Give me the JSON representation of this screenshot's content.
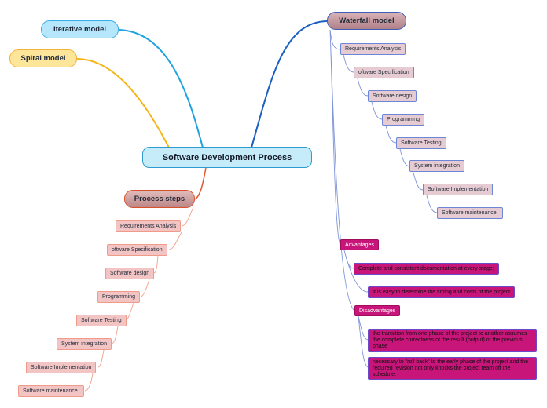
{
  "root": {
    "label": "Software Development Process"
  },
  "branches": {
    "iterative": "Iterative model",
    "spiral": "Spiral model",
    "waterfall": "Waterfall model",
    "process_steps": "Process steps"
  },
  "waterfall_steps": [
    "Requirements Analysis",
    "oftware Specification",
    "Software design",
    "Programming",
    "Software Testing",
    "System integration",
    "Software Implementation",
    "Software maintenance."
  ],
  "process_steps": [
    "Requirements Analysis",
    "oftware Specification",
    "Software design",
    "Programming",
    "Software Testing",
    "System integration",
    "Software Implementation",
    "Software maintenance."
  ],
  "advantages": {
    "label": "Advantages",
    "items": [
      "Complete and consistent documentation at every stage;",
      "It is easy to determine the timing and costs of the project"
    ]
  },
  "disadvantages": {
    "label": "Disadvantages",
    "items": [
      "the transition from one phase of the project to another assumes the complete correctness of the result (output) of the previous phase",
      "necessary to \"roll back\" to the early phase of the project and the required revision not only knocks the project team off the schedule."
    ]
  },
  "colors": {
    "iterative_link": "#1fa2e0",
    "spiral_link": "#f5b517",
    "waterfall_link": "#1b5fc1",
    "process_link": "#e0572f",
    "waterfall_sub_link": "#7f95d8",
    "process_sub_link": "#f2a08f",
    "magenta": "#c8157a"
  }
}
